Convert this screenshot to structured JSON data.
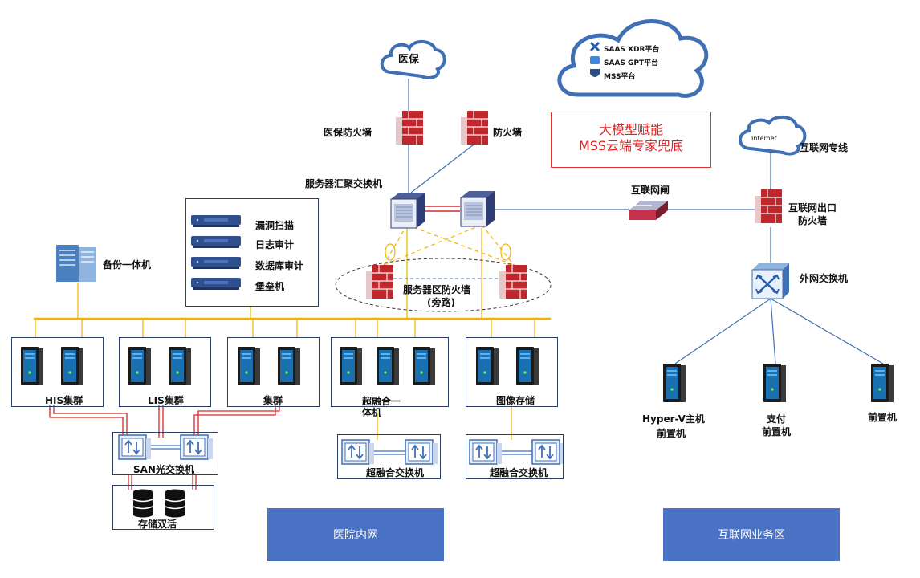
{
  "cloud": {
    "items": [
      "SAAS XDR平台",
      "SAAS GPT平台",
      "MSS平台"
    ]
  },
  "ai_box": {
    "line1": "大模型赋能",
    "line2": "MSS云端专家兜底"
  },
  "yibao_cloud": "医保",
  "internet_cloud": "Internet",
  "labels": {
    "yibao_fw": "医保防火墙",
    "fw": "防火墙",
    "core_switch": "服务器汇聚交换机",
    "gateway": "互联网闸",
    "internet_line": "互联网专线",
    "internet_fw_1": "互联网出口",
    "internet_fw_2": "防火墙",
    "ext_switch": "外网交换机",
    "backup": "备份一体机",
    "server_fw": "服务器区防火墙",
    "server_fw_mode": "(旁路)",
    "hyperv_1": "Hyper-V主机",
    "hyperv_2": "前置机",
    "pay_1": "支付",
    "pay_2": "前置机",
    "front": "前置机"
  },
  "security_devices": [
    "漏洞扫描",
    "日志审计",
    "数据库审计",
    "堡垒机"
  ],
  "clusters": [
    "HIS集群",
    "LIS集群",
    "集群",
    "超融合一体机",
    "图像存储"
  ],
  "switches": {
    "san": "SAN光交换机",
    "hci1": "超融合交换机",
    "hci2": "超融合交换机"
  },
  "storage": "存储双活",
  "regions": {
    "intranet": "医院内网",
    "internet": "互联网业务区"
  },
  "colors": {
    "accent_blue": "#4a72c4",
    "bus_yellow": "#f0b400",
    "fiber_red": "#d62828",
    "line_blue": "#3f6fb5",
    "firewall_red": "#c0272d"
  },
  "icons": [
    "firewall-icon",
    "switch-icon",
    "server-icon",
    "cloud-icon",
    "storage-icon",
    "gateway-icon"
  ]
}
